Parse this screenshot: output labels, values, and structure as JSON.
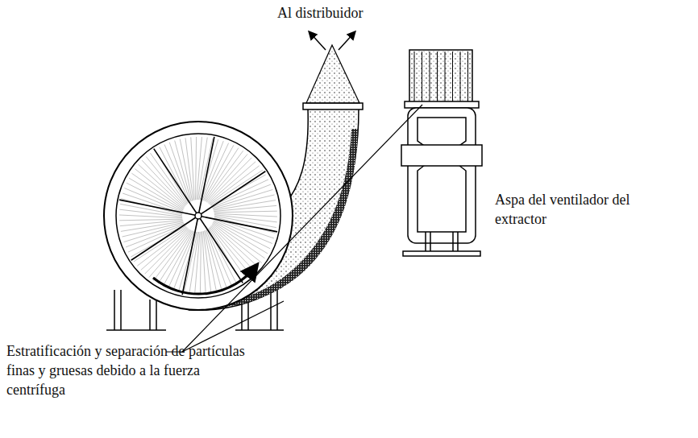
{
  "diagram": {
    "labels": [
      "Al distribuidor",
      "Aspa del ventilador del extractor",
      "Estratificación y separación de partículas finas y gruesas debido a la fuerza centrífuga"
    ]
  }
}
